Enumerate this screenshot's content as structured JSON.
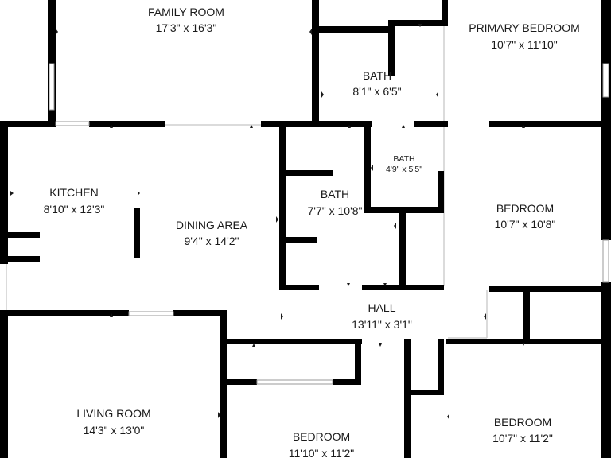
{
  "rooms": {
    "family_room": {
      "name": "FAMILY ROOM",
      "dims": "17'3\" x 16'3\""
    },
    "primary_bedroom": {
      "name": "PRIMARY BEDROOM",
      "dims": "10'7\" x 11'10\""
    },
    "bath_top": {
      "name": "BATH",
      "dims": "8'1\" x 6'5\""
    },
    "bath_small": {
      "name": "BATH",
      "dims": "4'9\" x 5'5\""
    },
    "kitchen": {
      "name": "KITCHEN",
      "dims": "8'10\" x 12'3\""
    },
    "dining_area": {
      "name": "DINING AREA",
      "dims": "9'4\" x 14'2\""
    },
    "bath_middle": {
      "name": "BATH",
      "dims": "7'7\" x 10'8\""
    },
    "bedroom_right": {
      "name": "BEDROOM",
      "dims": "10'7\" x 10'8\""
    },
    "hall": {
      "name": "HALL",
      "dims": "13'11\" x 3'1\""
    },
    "living_room": {
      "name": "LIVING ROOM",
      "dims": "14'3\" x 13'0\""
    },
    "bedroom_bottom_mid": {
      "name": "BEDROOM",
      "dims": "11'10\" x 11'2\""
    },
    "bedroom_bottom_right": {
      "name": "BEDROOM",
      "dims": "10'7\" x 11'2\""
    }
  },
  "colors": {
    "wall": "#000000",
    "text": "#1a1a1a",
    "background": "#ffffff"
  }
}
